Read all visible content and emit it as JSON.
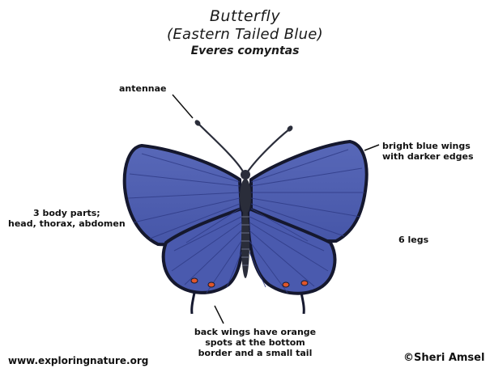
{
  "title": {
    "line1": "Butterfly",
    "line2": "(Eastern Tailed Blue)",
    "scientific_name": "Everes comyntas"
  },
  "labels": {
    "antennae": "antennae",
    "wings_line1": "bright blue wings",
    "wings_line2": "with darker edges",
    "body_line1": "3 body parts;",
    "body_line2": "head, thorax, abdomen",
    "legs": "6 legs",
    "back_line1": "back wings have orange",
    "back_line2": "spots at the bottom",
    "back_line3": "border and a small tail"
  },
  "footer": {
    "website": "www.exploringnature.org",
    "copyright": "©Sheri Amsel"
  },
  "colors": {
    "wing_blue": "#4a5fb5",
    "wing_dark_edge": "#1a1f3f",
    "orange_spot": "#e0562a",
    "body": "#2a2d3a"
  }
}
